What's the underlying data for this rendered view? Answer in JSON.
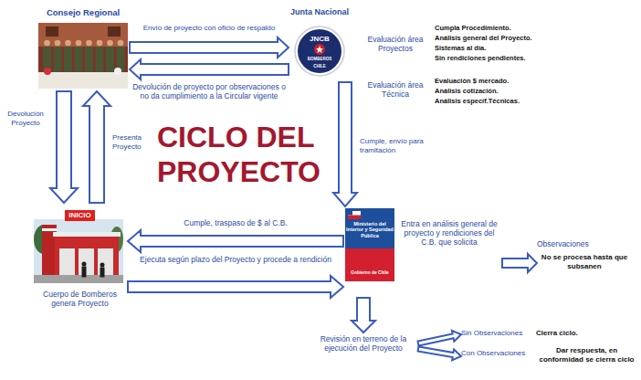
{
  "diagram": {
    "title": "CICLO DEL PROYECTO",
    "nodes": [
      {
        "text": [
          "Consejo Regional"
        ]
      },
      {
        "text": [
          "Junta Nacional",
          "JNCB",
          "BOMBEROS",
          "CHILE"
        ]
      },
      {
        "text": [
          "INICIO",
          "Cuerpo de Bomberos genera Proyecto"
        ]
      },
      {
        "text": [
          "Ministerio del Interior y Seguridad Pública",
          "Gobierno de Chile",
          "Entra en análisis general de proyecto y rendiciones del C.B. que solicita"
        ]
      },
      {
        "text": [
          "Observaciones",
          "No se procesa hasta que subsanen"
        ]
      },
      {
        "text": [
          "Revisión en terreno de la ejecución del Proyecto"
        ]
      },
      {
        "text": [
          "Sin Observaciones",
          "Cierra ciclo."
        ]
      },
      {
        "text": [
          "Con Observaciones",
          "Dar respuesta, en conformidad se cierra ciclo"
        ]
      }
    ],
    "edges": [
      {
        "from": 0,
        "to": 1,
        "label": "Envío de proyecto con oficio de respaldo",
        "arrow": "to"
      },
      {
        "from": 1,
        "to": 0,
        "label": "Devolución de proyecto por observaciones o no da cumplimiento a la Circular vigente",
        "arrow": "to"
      },
      {
        "from": 0,
        "to": 2,
        "label": "Devolución Proyecto",
        "arrow": "to"
      },
      {
        "from": 2,
        "to": 0,
        "label": "Presenta Proyecto",
        "arrow": "to"
      },
      {
        "from": 1,
        "to": 3,
        "label": "Cumple, envío para tramitación",
        "arrow": "to"
      },
      {
        "from": 3,
        "to": 2,
        "label": "Cumple, traspaso de $ al C.B.",
        "arrow": "to"
      },
      {
        "from": 2,
        "to": 3,
        "label": "Ejecuta según plazo del Proyecto y procede a rendición",
        "arrow": "to"
      },
      {
        "from": 3,
        "to": 4,
        "arrow": "to"
      },
      {
        "from": 3,
        "to": 5,
        "arrow": "to"
      },
      {
        "from": 5,
        "to": 6,
        "arrow": "to"
      },
      {
        "from": 5,
        "to": 7,
        "arrow": "to"
      }
    ],
    "labels": [
      "Evaluación área Proyectos",
      "Cumpla Procedimiento.",
      "Análisis general del Proyecto.",
      "Sistemas al día.",
      "Sin rendiciones pendientes.",
      "Evaluación área Técnica",
      "Evaluación $ mercado.",
      "Análisis cotización.",
      "Análisis específ.Técnicas."
    ]
  }
}
